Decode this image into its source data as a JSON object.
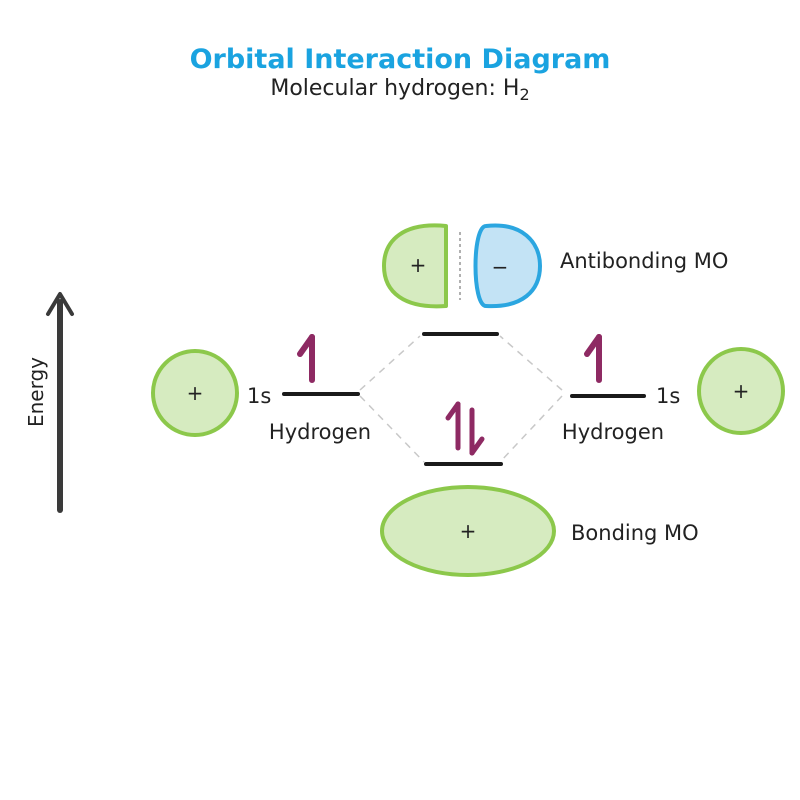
{
  "header": {
    "title": "Orbital Interaction Diagram",
    "subtitle_main": "Molecular hydrogen: H",
    "subtitle_subscript": "2"
  },
  "axis": {
    "label": "Energy"
  },
  "atoms": {
    "left": {
      "orbital_label": "1s",
      "name": "Hydrogen",
      "lobe_sign": "+",
      "electrons": "1"
    },
    "right": {
      "orbital_label": "1s",
      "name": "Hydrogen",
      "lobe_sign": "+",
      "electrons": "1"
    }
  },
  "molecular_orbitals": {
    "antibonding": {
      "label": "Antibonding MO",
      "lobe_signs": [
        "+",
        "−"
      ],
      "electrons": "0"
    },
    "bonding": {
      "label": "Bonding MO",
      "lobe_sign": "+",
      "electrons": "2"
    }
  },
  "colors": {
    "title": "#1aa3e0",
    "green_fill": "#d6ebc0",
    "green_stroke": "#8cc84b",
    "blue_fill": "#c3e3f5",
    "blue_stroke": "#2ba6e0",
    "electron": "#8e2a63",
    "level": "#1a1a1a",
    "connector": "#c8c8c8"
  }
}
